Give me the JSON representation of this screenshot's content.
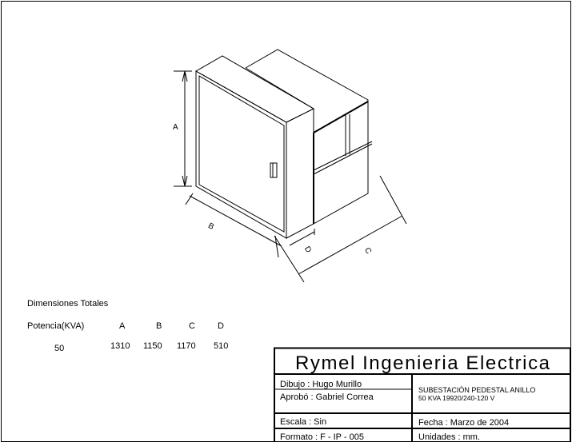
{
  "drawing": {
    "dimension_labels": {
      "a": "A",
      "b": "B",
      "c": "C",
      "d": "D"
    }
  },
  "dimensions_table": {
    "title": "Dimensiones Totales",
    "headers": [
      "Potencia(KVA)",
      "A",
      "B",
      "C",
      "D"
    ],
    "rows": [
      [
        "50",
        "1310",
        "1150",
        "1170",
        "510"
      ]
    ]
  },
  "title_block": {
    "company": "Rymel Ingenieria Electrica",
    "dibujo": "Dibujo : Hugo Murillo",
    "aprobo": "Aprobó : Gabriel Correa",
    "description_line1": "SUBESTACIÓN PEDESTAL ANILLO",
    "description_line2": "50 KVA 19920/240-120 V",
    "escala": "Escala : Sin",
    "fecha": "Fecha : Marzo de 2004",
    "formato": "Formato : F - IP - 005",
    "unidades": "Unidades : mm."
  }
}
